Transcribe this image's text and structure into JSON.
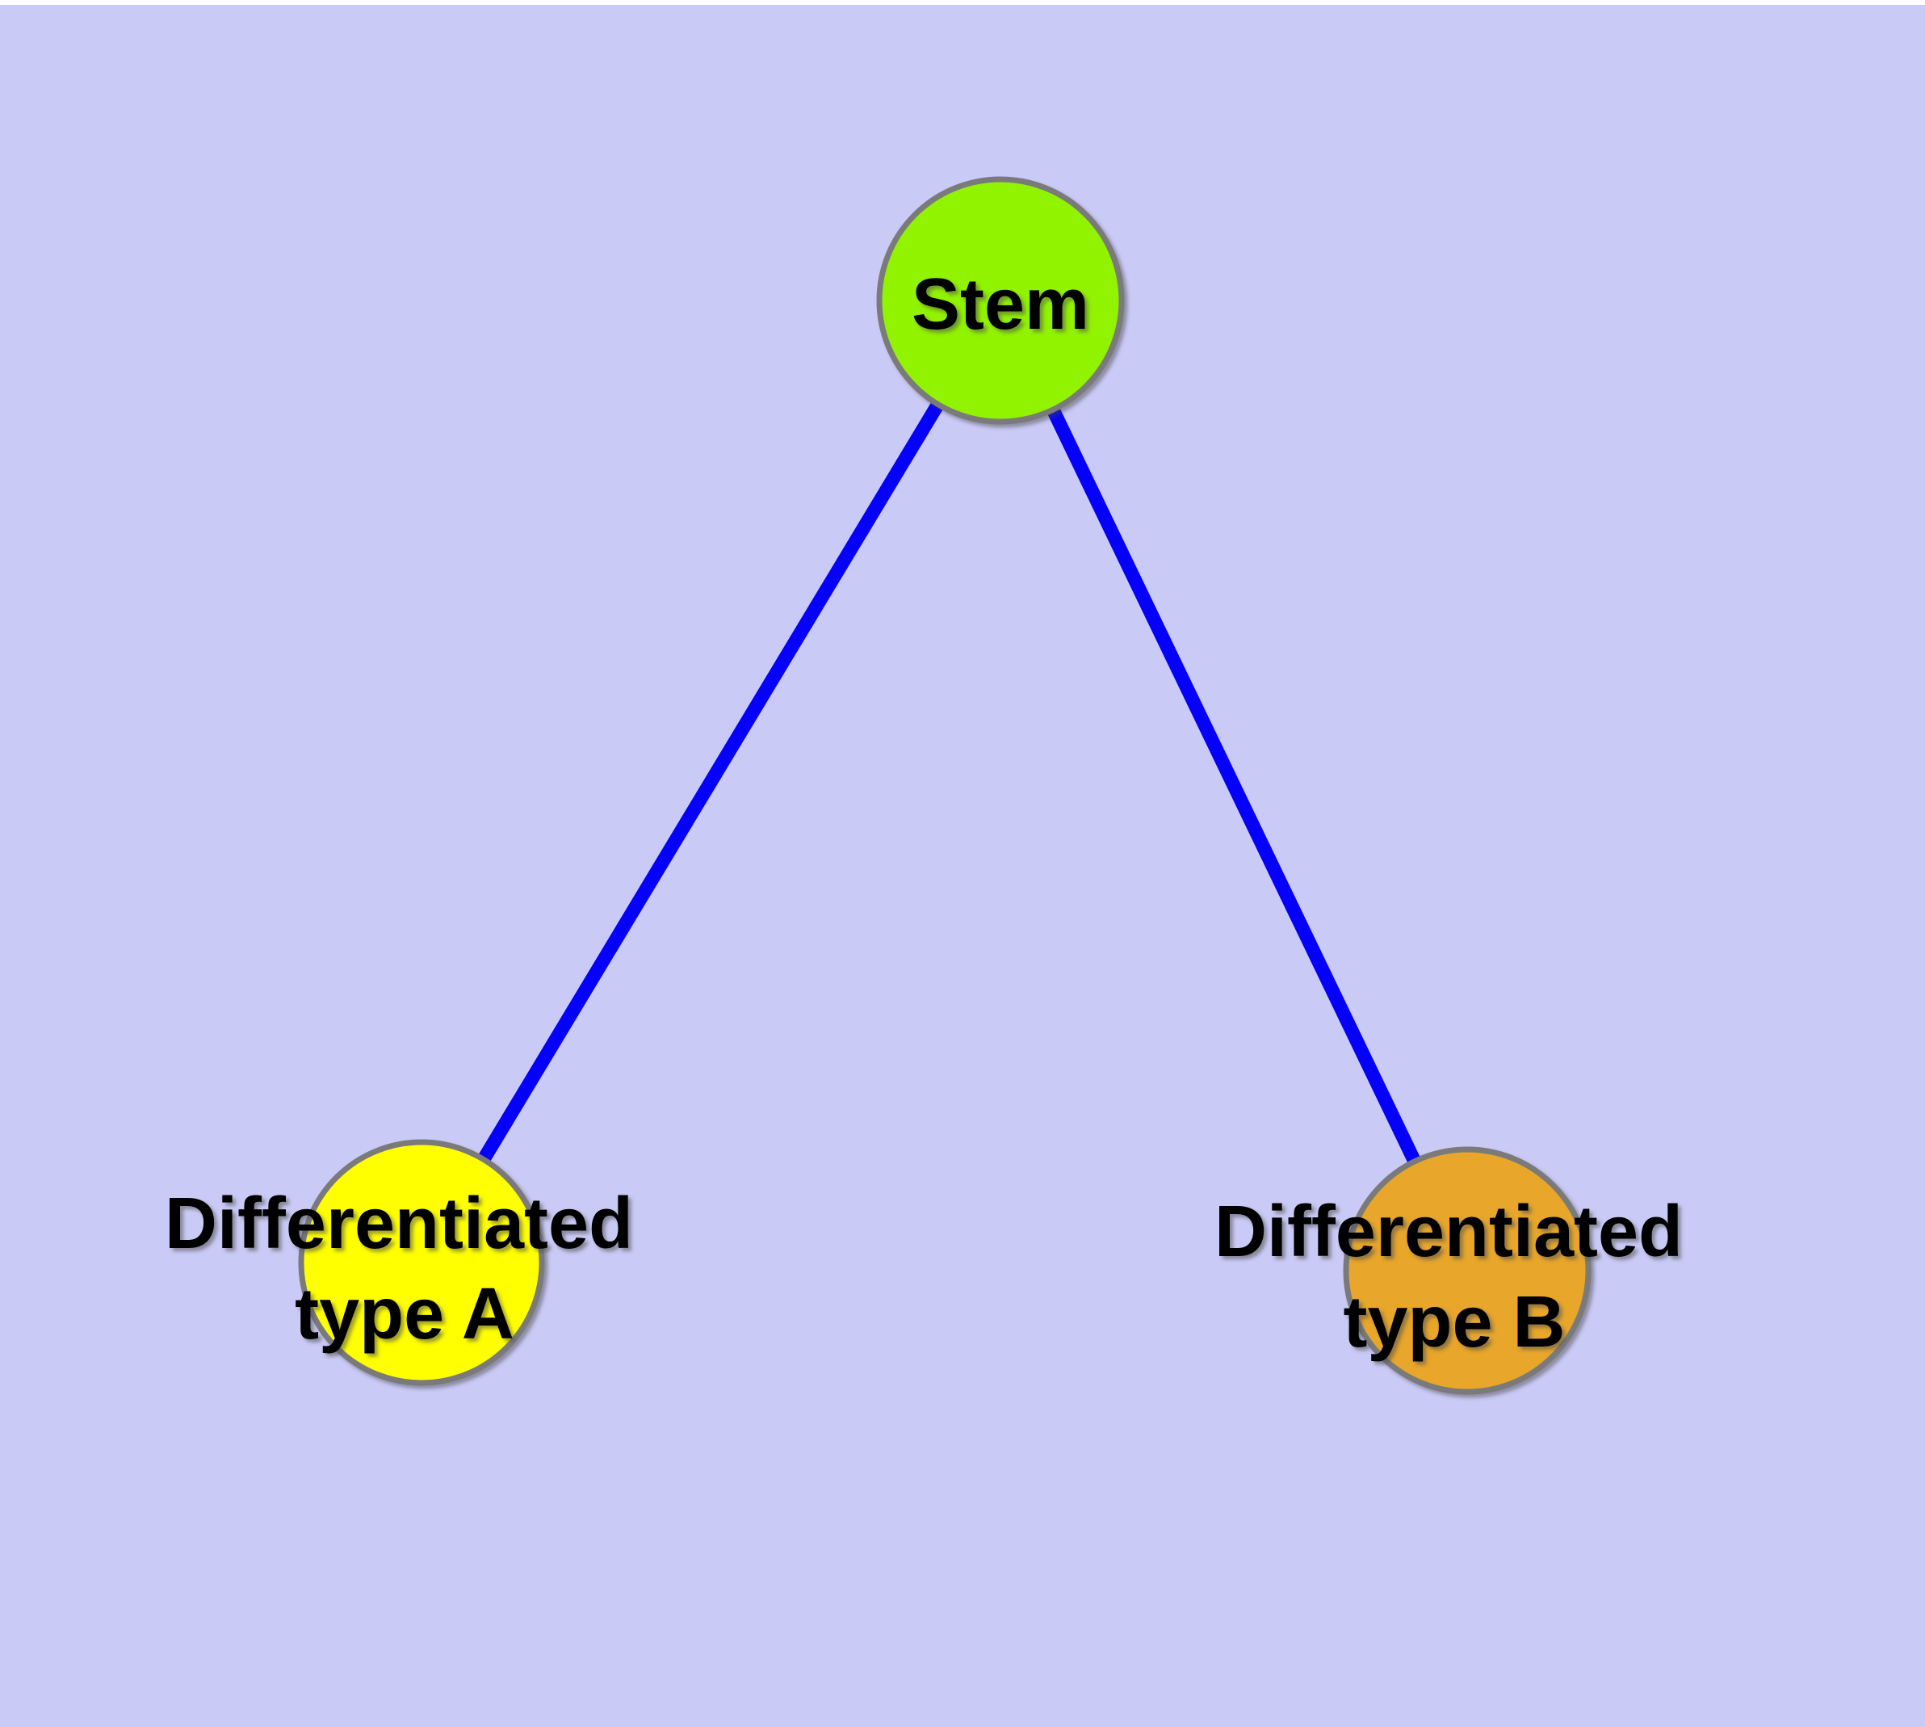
{
  "canvas": {
    "top_strip_color": "#ffffff",
    "panel_color": "#cacaf7"
  },
  "diagram": {
    "type": "node-link-graph",
    "description": "Cell differentiation hierarchy: one stem node branching to two differentiated cell-type nodes",
    "edge_color": "#0500fa",
    "node_border_color": "#7a7a7a",
    "text_color": "#000000",
    "nodes": [
      {
        "id": "stem",
        "label": "Stem",
        "line1": "Stem",
        "line2": "",
        "fill": "#91f300"
      },
      {
        "id": "type-a",
        "label": "Differentiated type A",
        "line1": "Differentiated",
        "line2": "type A",
        "fill": "#ffff00"
      },
      {
        "id": "type-b",
        "label": "Differentiated type B",
        "line1": "Differentiated",
        "line2": "type B",
        "fill": "#e8a62c"
      }
    ],
    "edges": [
      {
        "from": "Stem",
        "to": "Differentiated type A"
      },
      {
        "from": "Stem",
        "to": "Differentiated type B"
      }
    ]
  }
}
